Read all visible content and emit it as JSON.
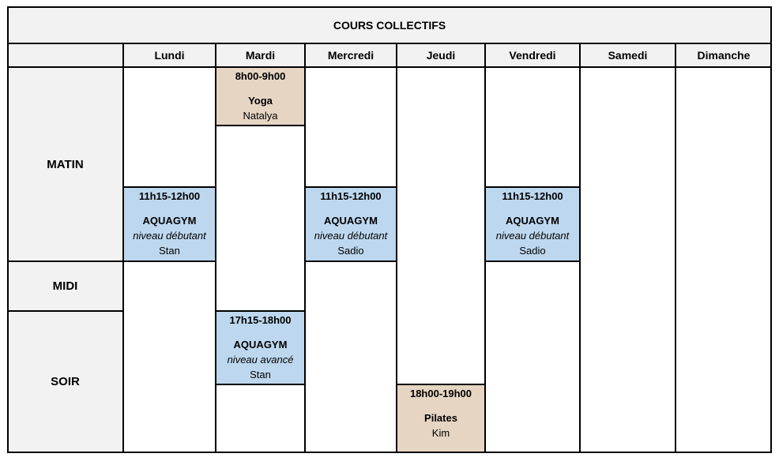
{
  "title": "COURS COLLECTIFS",
  "days": [
    "Lundi",
    "Mardi",
    "Mercredi",
    "Jeudi",
    "Vendredi",
    "Samedi",
    "Dimanche"
  ],
  "periods": [
    "MATIN",
    "MIDI",
    "SOIR"
  ],
  "classes": [
    {
      "day": 1,
      "time": "8h00-9h00",
      "name": "Yoga",
      "level": "",
      "coach": "Natalya",
      "color": "#e6d5c3"
    },
    {
      "day": 0,
      "time": "11h15-12h00",
      "name": "AQUAGYM",
      "level": "niveau débutant",
      "coach": "Stan",
      "color": "#bdd7ee"
    },
    {
      "day": 2,
      "time": "11h15-12h00",
      "name": "AQUAGYM",
      "level": "niveau débutant",
      "coach": "Sadio",
      "color": "#bdd7ee"
    },
    {
      "day": 4,
      "time": "11h15-12h00",
      "name": "AQUAGYM",
      "level": "niveau débutant",
      "coach": "Sadio",
      "color": "#bdd7ee"
    },
    {
      "day": 1,
      "time": "17h15-18h00",
      "name": "AQUAGYM",
      "level": "niveau avancé",
      "coach": "Stan",
      "color": "#bdd7ee"
    },
    {
      "day": 3,
      "time": "18h00-19h00",
      "name": "Pilates",
      "level": "",
      "coach": "Kim",
      "color": "#e6d5c3"
    }
  ]
}
